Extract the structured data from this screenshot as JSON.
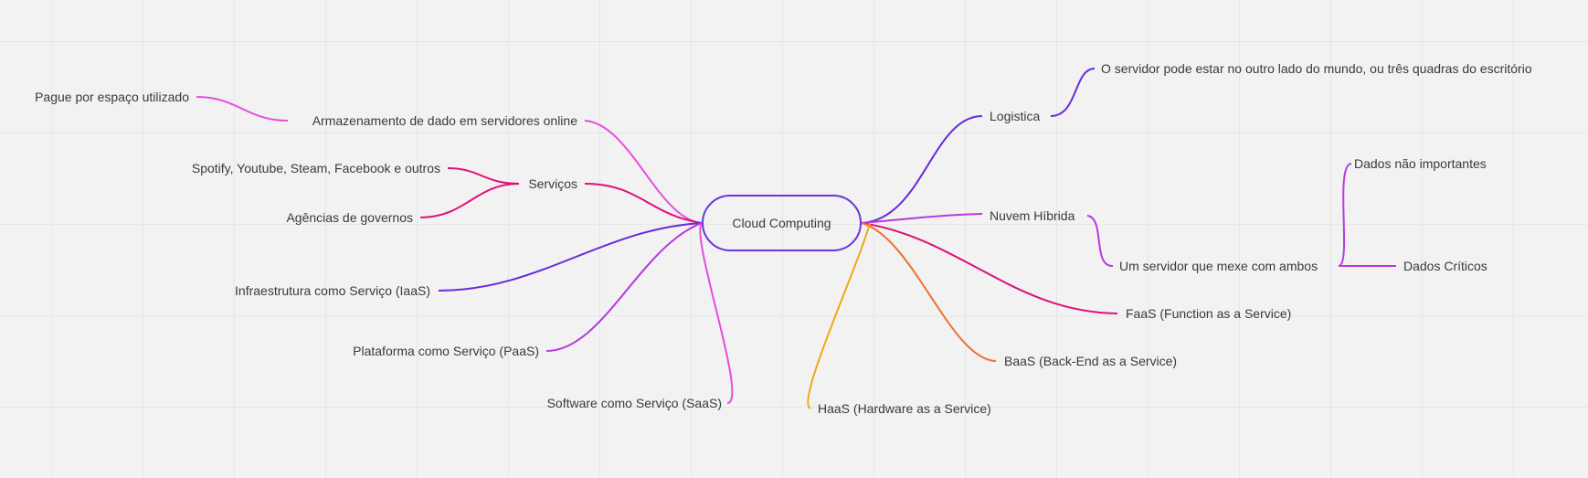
{
  "root": {
    "label": "Cloud Computing"
  },
  "left": {
    "storage": "Armazenamento de dado em servidores online",
    "pay_per_space": "Pague por espaço utilizado",
    "services": "Serviços",
    "services_examples": "Spotify, Youtube, Steam, Facebook e outros",
    "government": "Agências de governos",
    "iaas": "Infraestrutura como Serviço (IaaS)",
    "paas": "Plataforma como Serviço (PaaS)",
    "saas": "Software como Serviço (SaaS)"
  },
  "right": {
    "logistics": "Logistica",
    "logistics_note": "O servidor pode estar no outro lado do mundo, ou três quadras do escritório",
    "hybrid": "Nuvem Híbrida",
    "hybrid_server": "Um servidor que mexe com ambos",
    "not_important": "Dados não importantes",
    "critical": "Dados Críticos",
    "faas": "FaaS (Function as a Service)",
    "baas": "BaaS (Back-End as a Service)",
    "haas": "HaaS (Hardware as a Service)"
  },
  "colors": {
    "pink": "#e84be0",
    "magenta": "#e0107a",
    "purple": "#6a2ad8",
    "violet": "#b83ae0",
    "orange": "#f07030",
    "amber": "#f0a818"
  }
}
